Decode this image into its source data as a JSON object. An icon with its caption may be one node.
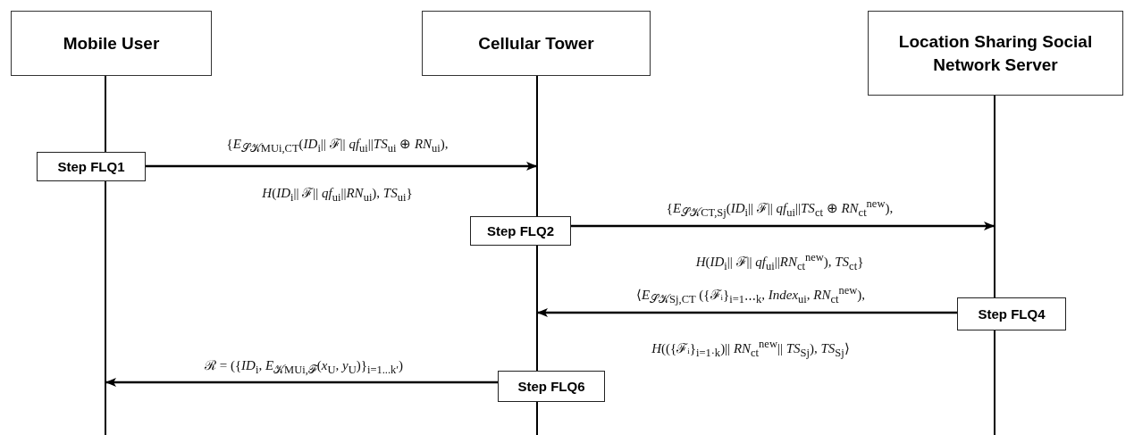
{
  "diagram": {
    "nodes": [
      {
        "text": [
          "Mobile User"
        ]
      },
      {
        "text": [
          "Cellular Tower"
        ]
      },
      {
        "text": [
          "Location Sharing Social Network Server"
        ]
      },
      {
        "text": [],
        "shape": "bar"
      },
      {
        "text": [],
        "shape": "bar"
      },
      {
        "text": [],
        "shape": "bar"
      },
      {
        "text": [
          "Step FLQ1"
        ]
      },
      {
        "text": [
          "Step FLQ2"
        ]
      },
      {
        "text": [
          "Step FLQ4"
        ]
      },
      {
        "text": [
          "Step FLQ6"
        ]
      }
    ],
    "edges": [
      {
        "from": 6,
        "to": 4,
        "arrow": "to",
        "label": "{*E*$_{𝒮𝒦MUi,CT}$(*ID*$_{i}$|| ℱ|| *qf*$_{ui}$||*TS*$_{ui}$ ⊕ *RN*$_{ui}$), *H*(*ID*$_{i}$|| ℱ|| *qf*$_{ui}$||*RN*$_{ui}$), *TS*$_{ui}$}"
      },
      {
        "from": 7,
        "to": 5,
        "arrow": "to",
        "label": "{*E*$_{𝒮𝒦CT,Sj}$(*ID*$_{i}$|| ℱ|| *qf*$_{ui}$||*TS*$_{ct}$ ⊕ *RN*$_{ct}$$^{new}$), *H*(*ID*$_{i}$|| ℱ|| *qf*$_{ui}$||*RN*$_{ct}$$^{new}$), *TS*$_{ct}$}"
      },
      {
        "from": 8,
        "to": 4,
        "arrow": "to",
        "label": "⟨*E*$_{𝒮𝒦Sj,CT}$ ({ℱᵢ}$_{i=1⋯k}$, *Index*$_{ui}$, *RN*$_{ct}$$^{new}$), *H*(({ℱᵢ}$_{i=1·k}$)|| *RN*$_{ct}$$^{new}$|| *TS*$_{Sj}$), *TS*$_{Sj}$⟩"
      },
      {
        "from": 9,
        "to": 3,
        "arrow": "to",
        "label": "ℛ = ({*ID*$_{i}$, *E*$_{𝒦MUi,ℱ}$(*x*$_{U}$, *y*$_{U}$)}$_{i=1...k′}$)"
      }
    ]
  }
}
